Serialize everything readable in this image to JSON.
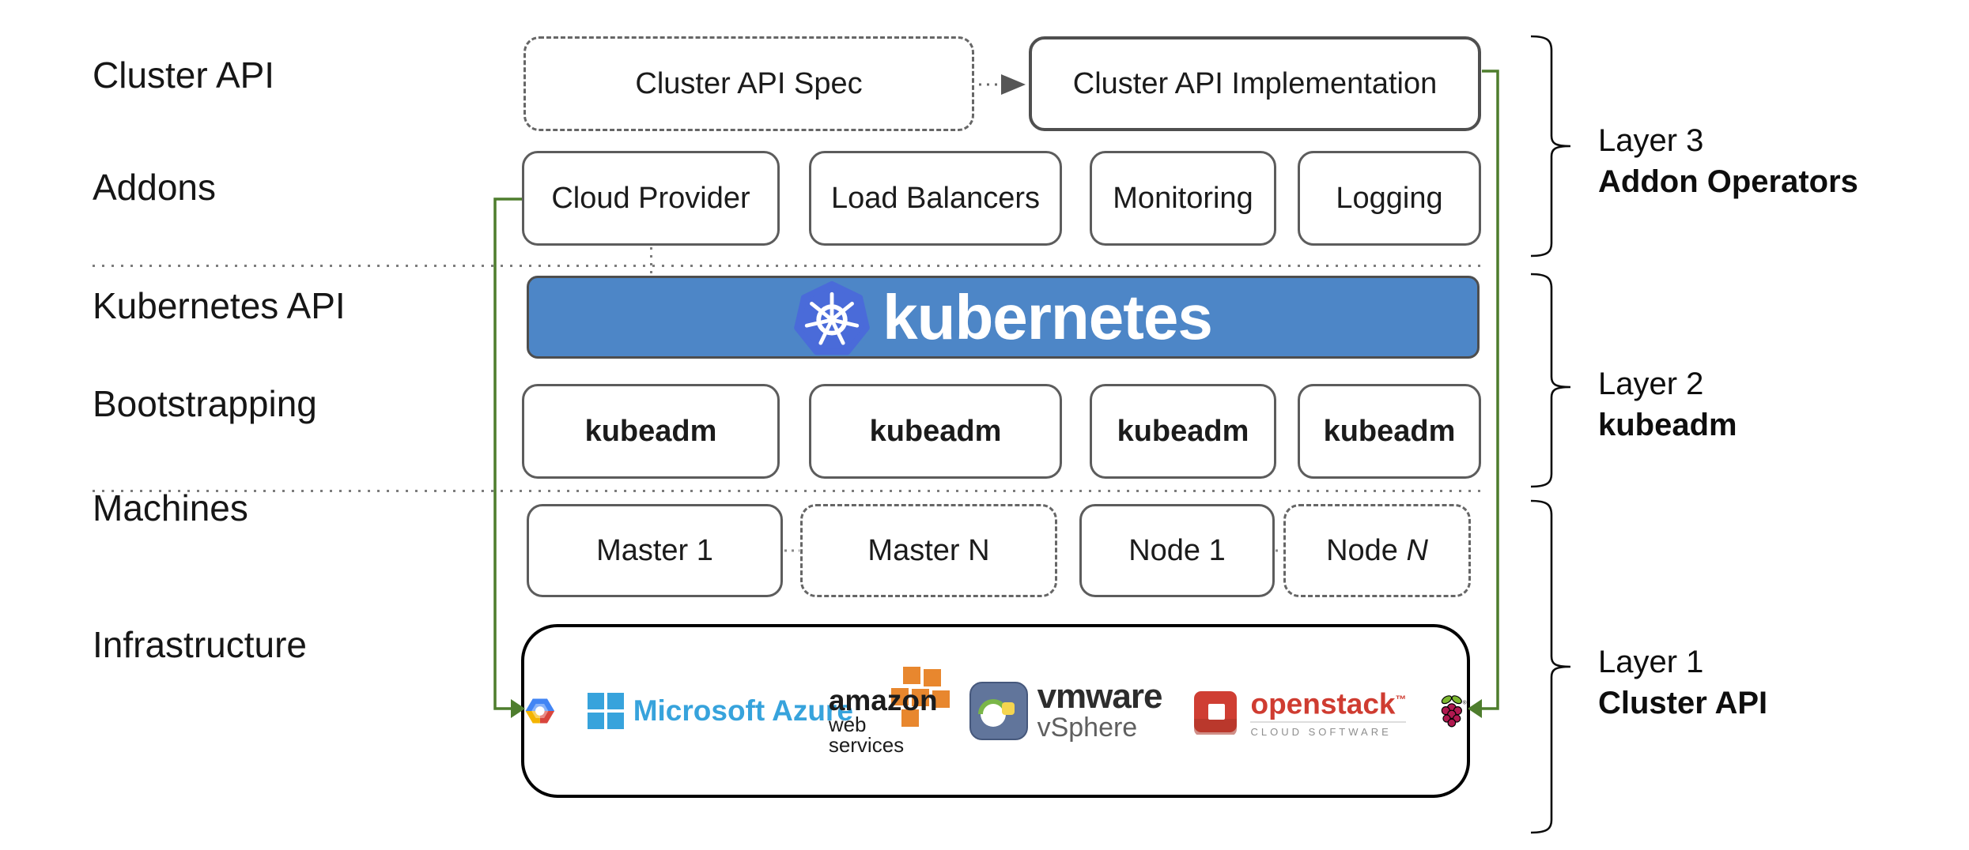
{
  "row_labels": {
    "cluster_api": "Cluster API",
    "addons": "Addons",
    "kubernetes_api": "Kubernetes API",
    "bootstrapping": "Bootstrapping",
    "machines": "Machines",
    "infrastructure": "Infrastructure"
  },
  "cluster_api_row": {
    "spec": "Cluster API Spec",
    "implementation": "Cluster API Implementation"
  },
  "addons_row": {
    "items": [
      "Cloud Provider",
      "Load Balancers",
      "Monitoring",
      "Logging"
    ]
  },
  "kubernetes_banner": {
    "wordmark": "kubernetes"
  },
  "bootstrapping_row": {
    "items": [
      "kubeadm",
      "kubeadm",
      "kubeadm",
      "kubeadm"
    ]
  },
  "machines_row": {
    "master1": "Master 1",
    "masterN": "Master N",
    "node1": "Node 1",
    "nodeN_prefix": "Node ",
    "nodeN_italic": "N"
  },
  "infrastructure_row": {
    "azure_text": "Microsoft Azure",
    "aws_line1": "amazon",
    "aws_line2": "web services",
    "vmware_line1": "vmware",
    "vmware_line2": "vSphere",
    "openstack_line1": "openstack",
    "openstack_tm": "™",
    "openstack_line2": "CLOUD SOFTWARE",
    "rpi_reg": "®"
  },
  "layer_labels": [
    {
      "line1": "Layer 3",
      "line2": "Addon Operators"
    },
    {
      "line1": "Layer 2",
      "line2": "kubeadm"
    },
    {
      "line1": "Layer 1",
      "line2": "Cluster API"
    }
  ],
  "colors": {
    "banner_blue": "#4d86c7",
    "k8s_logo_blue": "#4a6bd9",
    "connector_green": "#4e7d2d",
    "box_border_gray": "#5c5c5c",
    "azure_blue": "#37a3dc",
    "aws_orange": "#e8872e",
    "openstack_red": "#cf3c31",
    "rpi_berry": "#b01950",
    "rpi_leaf": "#7cb82f",
    "gcp_blue": "#4285f4",
    "gcp_red": "#d9453d",
    "gcp_yellow": "#f4b400"
  }
}
